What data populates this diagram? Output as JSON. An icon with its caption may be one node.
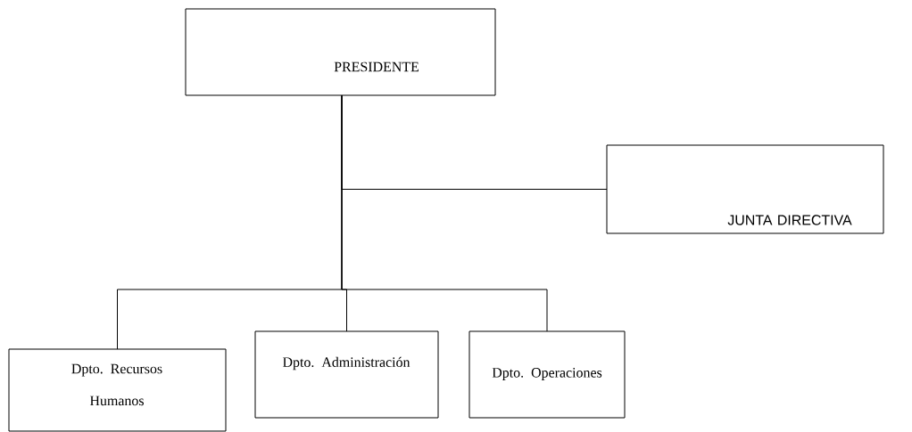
{
  "diagram": {
    "nodes": [
      {
        "text": [
          "PRESIDENTE"
        ]
      },
      {
        "text": [
          "JUNTA DIRECTIVA"
        ]
      },
      {
        "text": [
          "Dpto. Recursos Humanos"
        ]
      },
      {
        "text": [
          "Dpto. Administración"
        ]
      },
      {
        "text": [
          "Dpto. Operaciones"
        ]
      }
    ],
    "edges": [
      {
        "from": 0,
        "to": 1,
        "arrow": "none"
      },
      {
        "from": 0,
        "to": 2,
        "arrow": "none"
      },
      {
        "from": 0,
        "to": 3,
        "arrow": "none"
      },
      {
        "from": 0,
        "to": 4,
        "arrow": "none"
      }
    ]
  }
}
